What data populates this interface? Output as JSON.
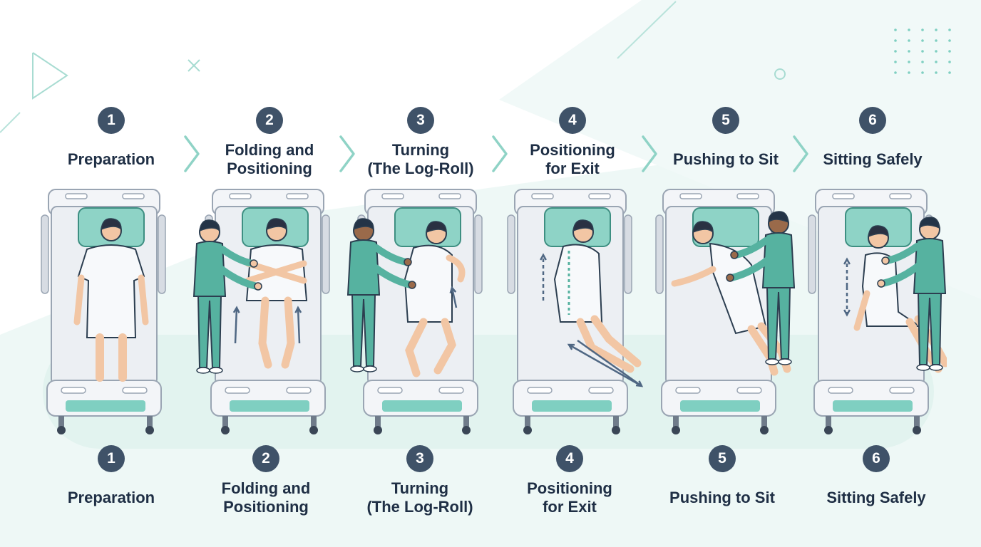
{
  "colors": {
    "teal": "#7fcfc1",
    "scrubs": "#56b2a0",
    "badge": "#3f5268",
    "text": "#1f2f45",
    "bed_frame": "#d7dce3",
    "pillow": "#8ed3c6",
    "background_accent": "#e2f3ef"
  },
  "steps_top": [
    {
      "number": "1",
      "title": "Preparation"
    },
    {
      "number": "2",
      "title": "Folding and\nPositioning"
    },
    {
      "number": "3",
      "title": "Turning\n(The Log-Roll)"
    },
    {
      "number": "4",
      "title": "Positioning\nfor Exit"
    },
    {
      "number": "5",
      "title": "Pushing to Sit"
    },
    {
      "number": "6",
      "title": "Sitting Safely"
    }
  ],
  "steps_bottom": [
    {
      "number": "1",
      "title": "Preparation"
    },
    {
      "number": "2",
      "title": "Folding and\nPositioning"
    },
    {
      "number": "3",
      "title": "Turning\n(The Log-Roll)"
    },
    {
      "number": "4",
      "title": "Positioning\nfor Exit"
    },
    {
      "number": "5",
      "title": "Pushing to Sit"
    },
    {
      "number": "6",
      "title": "Sitting Safely"
    }
  ],
  "icons": {
    "connector": "chevron-right-icon",
    "bed": "hospital-bed-icon",
    "patient": "patient-figure-icon",
    "caregiver": "caregiver-figure-icon",
    "motion": "motion-arrow-icon"
  }
}
